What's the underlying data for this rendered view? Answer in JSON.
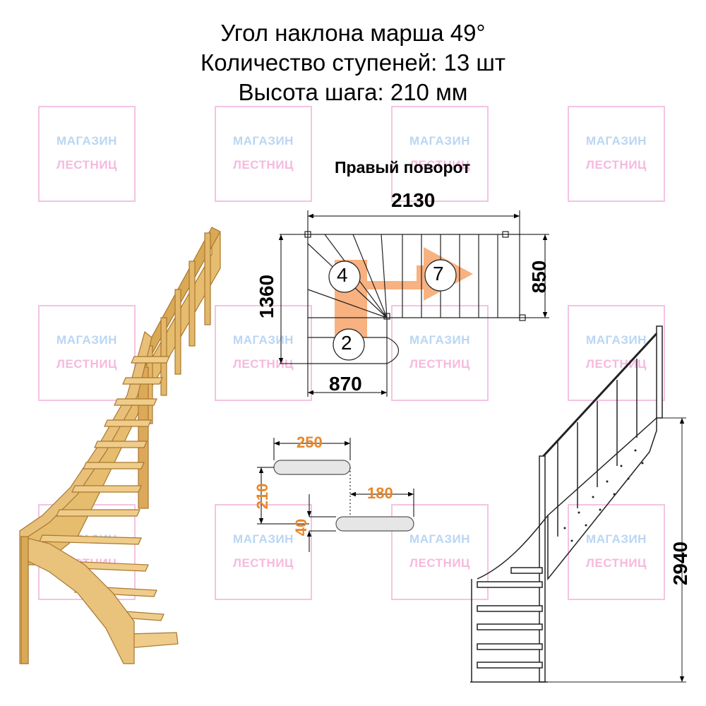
{
  "header": {
    "angle": "Угол наклона марша 49°",
    "steps": "Количество ступеней: 13 шт",
    "step_height": "Высота шага: 210 мм"
  },
  "watermark": {
    "line1": "МАГАЗИН",
    "line2": "ЛЕСТНИЦ"
  },
  "plan": {
    "title": "Правый поворот",
    "width_total": "2130",
    "depth_total": "1360",
    "width_lower": "870",
    "depth_upper": "850",
    "count_lower": "2",
    "count_turn": "4",
    "count_upper": "7"
  },
  "step_detail": {
    "tread_depth": "250",
    "rise": "210",
    "step_advance": "180",
    "tread_thickness": "40"
  },
  "side_view": {
    "height_total": "2940"
  },
  "colors": {
    "accent_orange": "#e8872a",
    "arrow_orange": "#f7a36a",
    "wood": "#e3b86a"
  }
}
